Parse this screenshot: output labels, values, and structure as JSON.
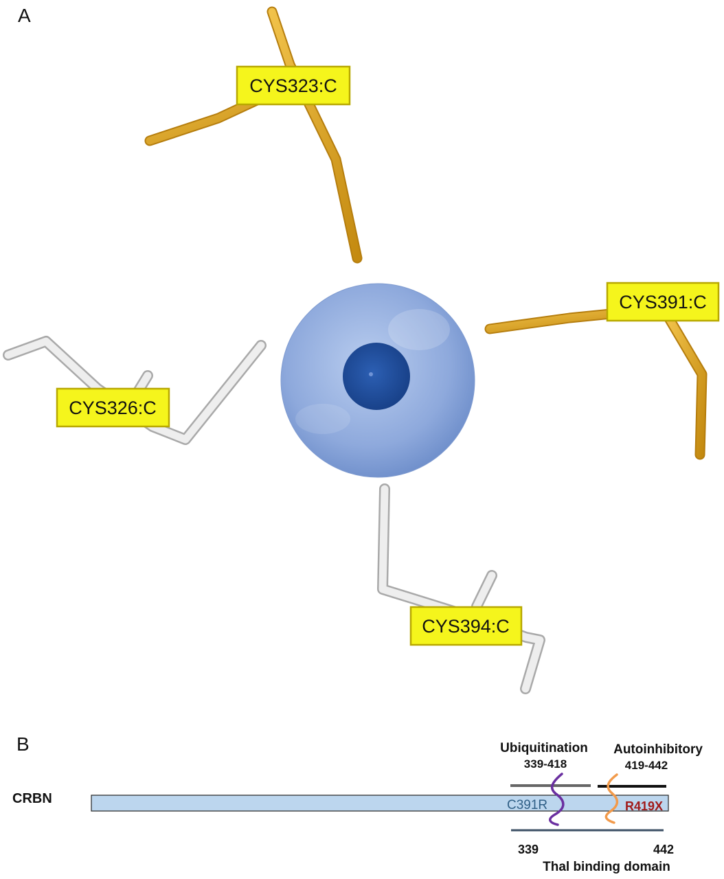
{
  "panel_a": {
    "letter": "A",
    "residues": [
      {
        "label": "CYS323:C",
        "color": "#d9a21c"
      },
      {
        "label": "CYS391:C",
        "color": "#d9a21c"
      },
      {
        "label": "CYS326:C",
        "color": "#e4e4e4"
      },
      {
        "label": "CYS394:C",
        "color": "#e4e4e4"
      }
    ],
    "colors": {
      "label_fill": "#f5f51c",
      "sphere_outer": "#8ea9dc",
      "sphere_inner": "#1f4e9a"
    }
  },
  "panel_b": {
    "letter": "B",
    "protein": "CRBN",
    "domains": {
      "ubiquitination": {
        "title": "Ubiquitination",
        "range": "339-418",
        "line_color": "#666666"
      },
      "autoinhibitory": {
        "title": "Autoinhibitory",
        "range": "419-442",
        "line_color": "#111111"
      },
      "thal_binding": {
        "title": "Thal binding domain",
        "start": "339",
        "end": "442",
        "line_color": "#3d5066"
      }
    },
    "mutations": [
      {
        "label": "C391R",
        "color": "#2f5f86",
        "marker_color": "#6a2fa0"
      },
      {
        "label": "R419X",
        "color": "#a11a1a",
        "marker_color": "#f29a4a"
      }
    ],
    "bar_color": "#bcd6ee"
  }
}
